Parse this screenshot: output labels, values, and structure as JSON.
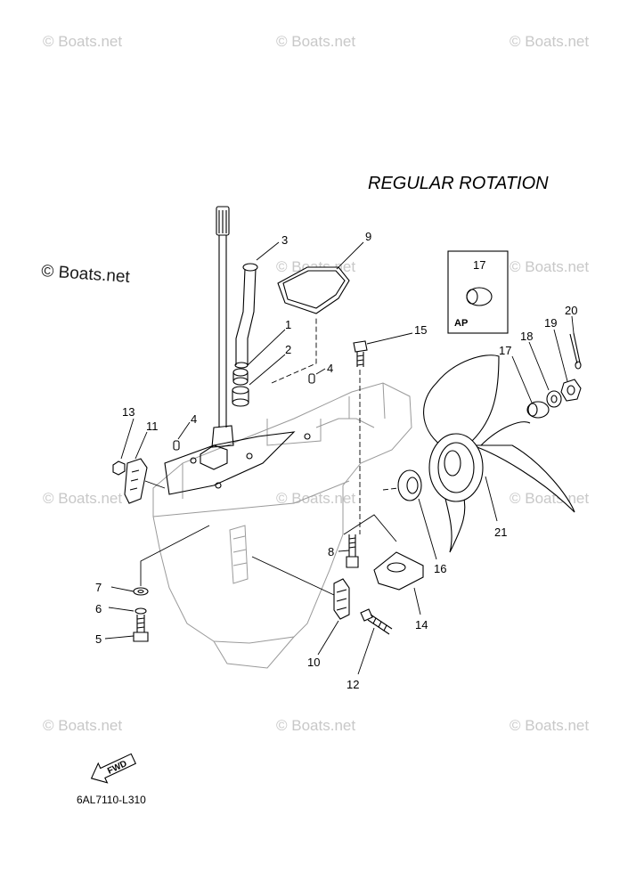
{
  "title": "REGULAR ROTATION",
  "diagram_code": "6AL7110-L310",
  "watermark": "© Boats.net",
  "watermark_main": "© Boats.net",
  "inset_box_label": "AP",
  "direction_label": "FWD",
  "callouts": {
    "c1": "1",
    "c2": "2",
    "c3": "3",
    "c4a": "4",
    "c4b": "4",
    "c5": "5",
    "c6": "6",
    "c7": "7",
    "c8": "8",
    "c9": "9",
    "c10": "10",
    "c11": "11",
    "c12": "12",
    "c13": "13",
    "c14": "14",
    "c15": "15",
    "c16": "16",
    "c17a": "17",
    "c17b": "17",
    "c18": "18",
    "c19": "19",
    "c20": "20",
    "c21": "21"
  }
}
